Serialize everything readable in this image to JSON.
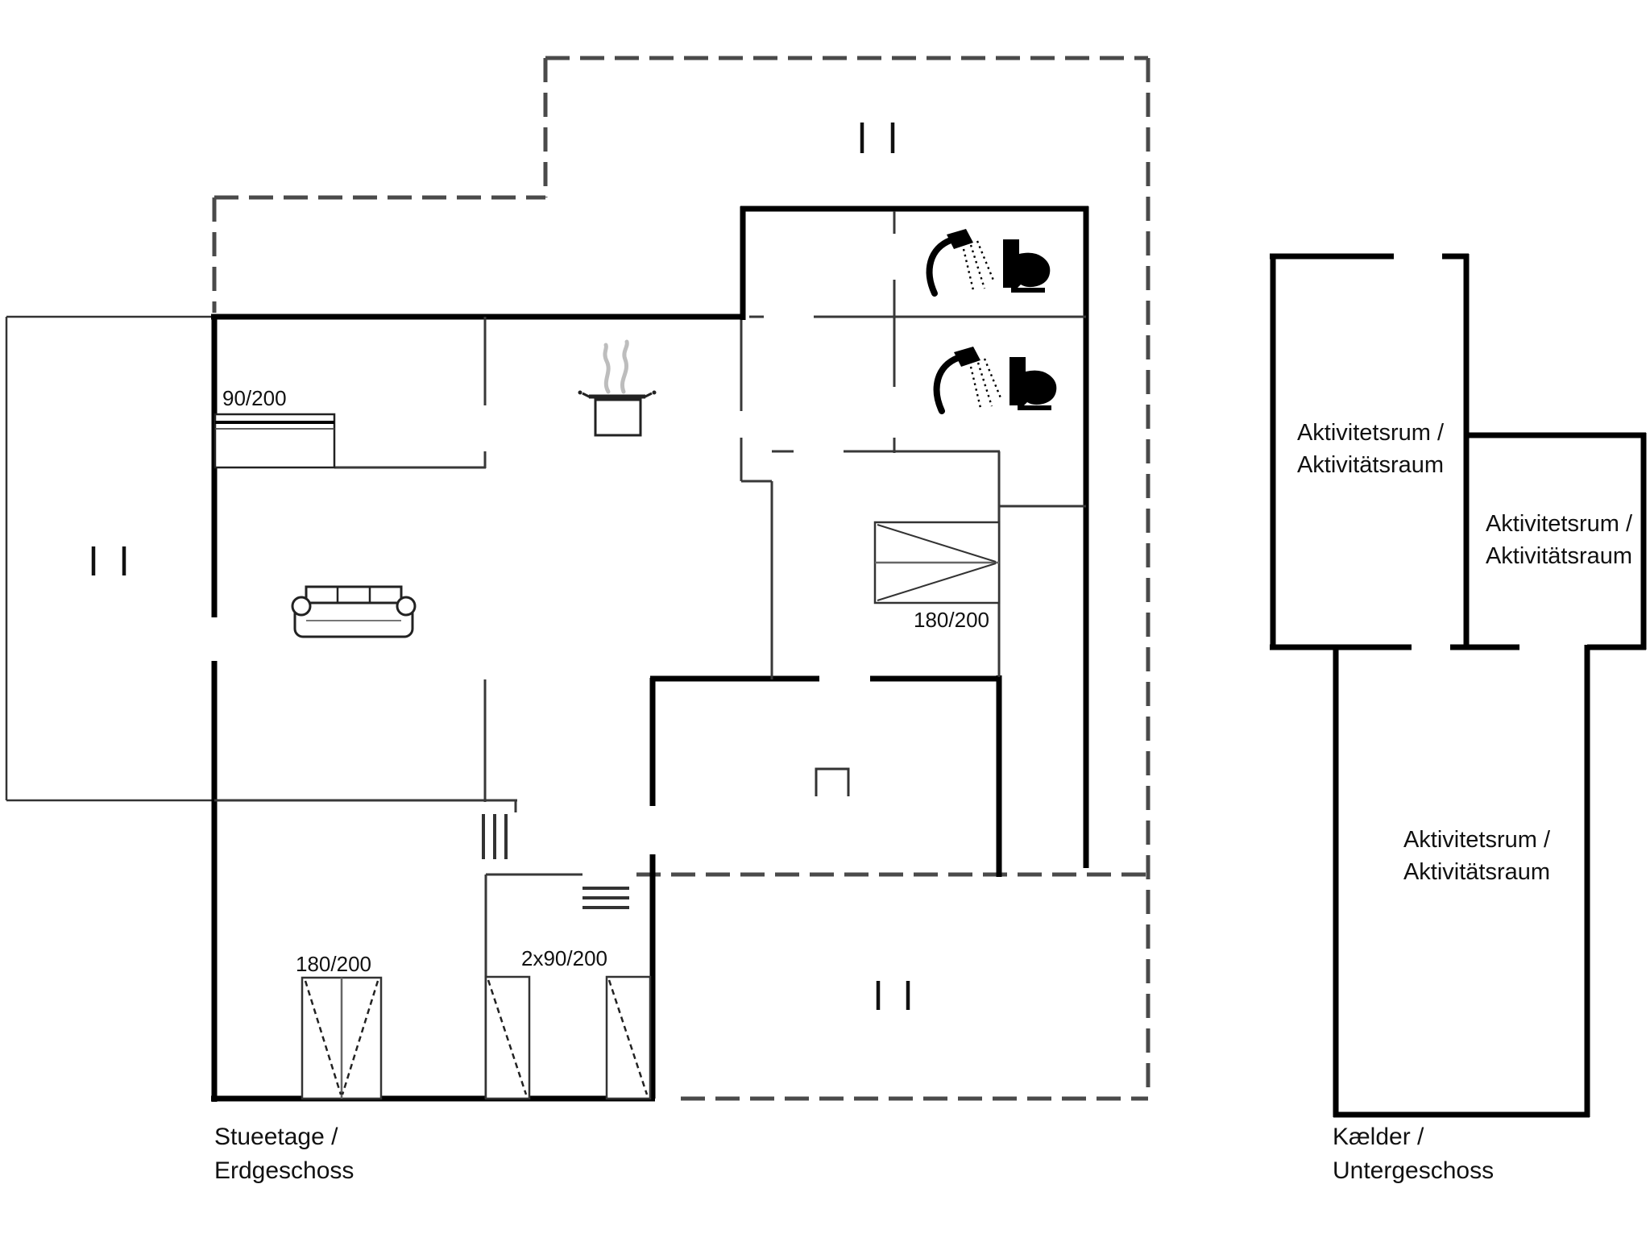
{
  "ground_floor": {
    "caption": {
      "line1": "Stueetage /",
      "line2": "Erdgeschoss"
    },
    "labels": {
      "bed_single": "90/200",
      "bed_double_right": "180/200",
      "bed_double_bottom": "180/200",
      "beds_twin": "2x90/200"
    }
  },
  "basement": {
    "caption": {
      "line1": "Kælder /",
      "line2": "Untergeschoss"
    },
    "rooms": [
      {
        "line1": "Aktivitetsrum /",
        "line2": "Aktivitätsraum"
      },
      {
        "line1": "Aktivitetsrum /",
        "line2": "Aktivitätsraum"
      },
      {
        "line1": "Aktivitetsrum /",
        "line2": "Aktivitätsraum"
      }
    ]
  },
  "icons": {
    "shower": "shower-icon",
    "toilet": "toilet-icon",
    "cooktop": "steaming-pot-icon",
    "sofa": "sofa-icon",
    "fireplace": "fireplace-symbol",
    "window_mark": "window-tick-marks",
    "steps": "steps-hatch-symbol"
  },
  "colors": {
    "wall": "#000000",
    "interior_wall": "#383838",
    "dashed_outline": "#4a4a4a",
    "text": "#111111",
    "steam": "#bdbdbd"
  }
}
